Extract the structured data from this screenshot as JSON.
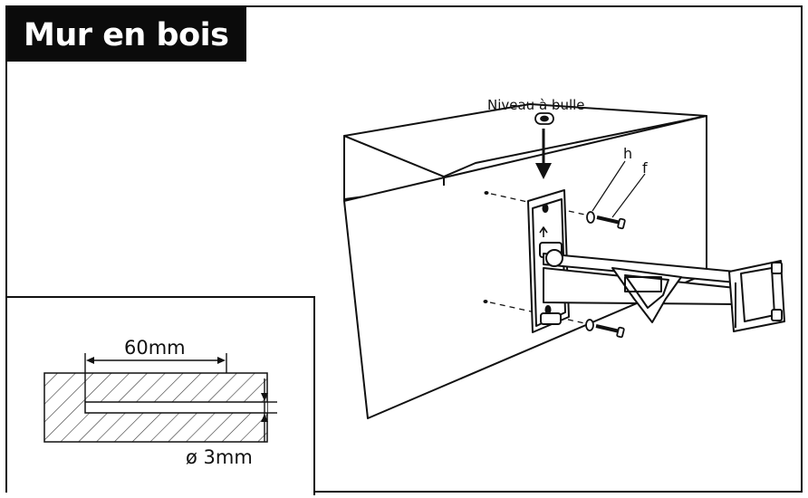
{
  "title": "Mur en bois",
  "labels": {
    "level": "Niveau à bulle",
    "part_h": "h",
    "part_f": "f"
  },
  "detail": {
    "depth": "60mm",
    "diameter": "ø 3mm"
  }
}
